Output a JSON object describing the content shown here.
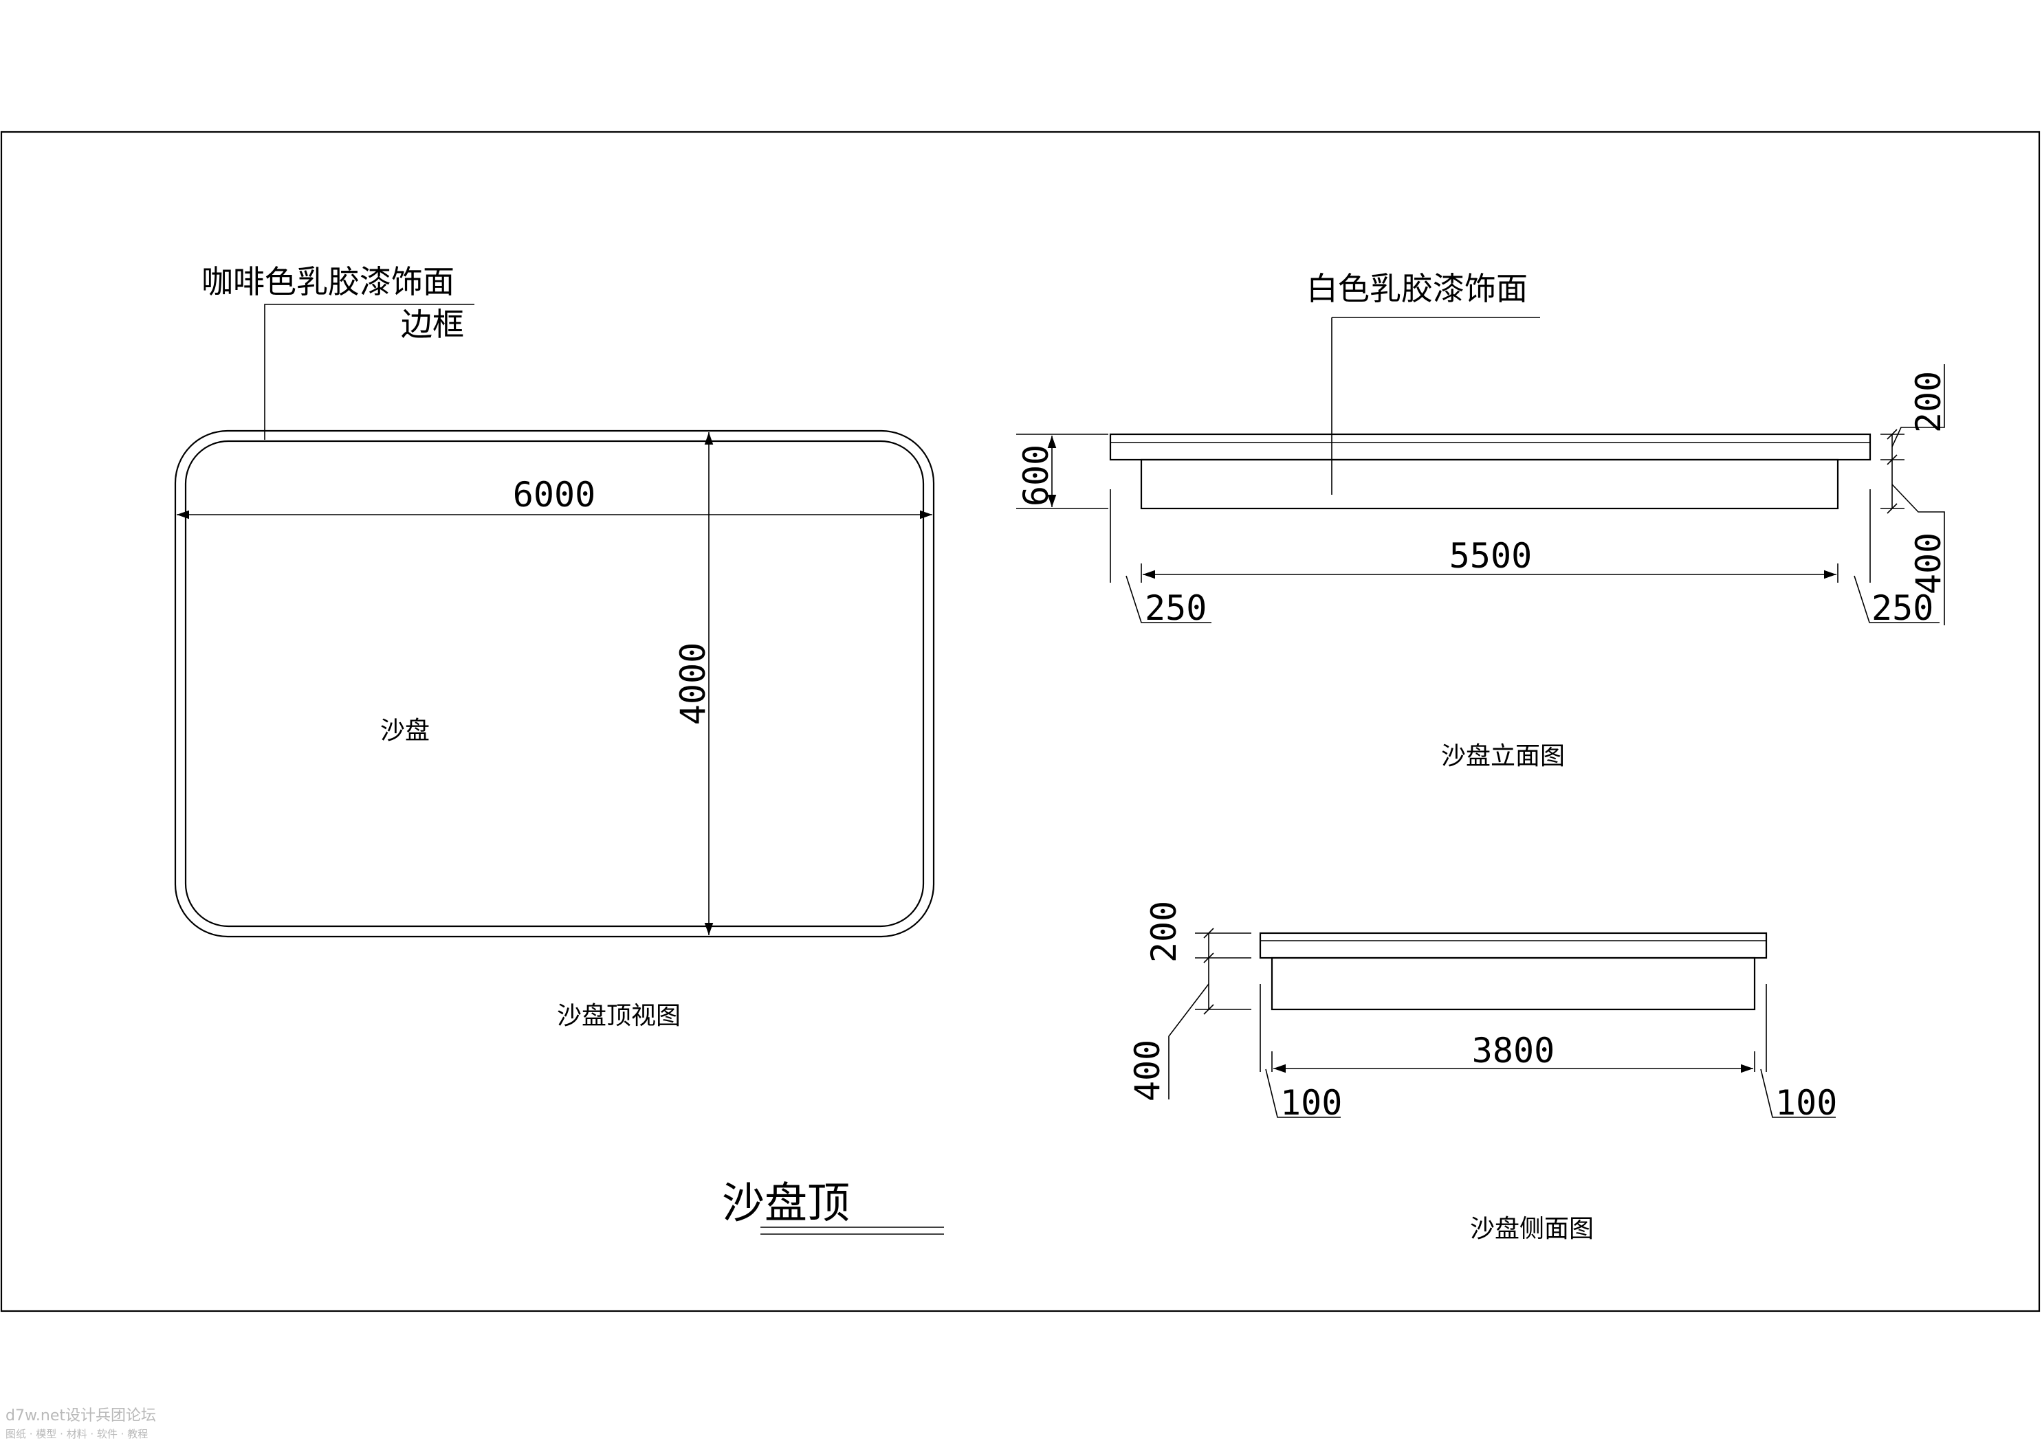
{
  "labels": {
    "top_note_1": "咖啡色乳胶漆饰面",
    "top_note_2": "边框",
    "sand_label": "沙盘",
    "top_view_caption": "沙盘顶视图",
    "main_title": "沙盘顶",
    "elev_note": "白色乳胶漆饰面",
    "elev_caption": "沙盘立面图",
    "side_caption": "沙盘侧面图"
  },
  "dims": {
    "top_width": "6000",
    "top_height": "4000",
    "elev_height": "600",
    "elev_top": "200",
    "elev_bottom": "400",
    "elev_length": "5500",
    "elev_left_offset": "250",
    "elev_right_offset": "250",
    "side_top": "200",
    "side_bottom": "400",
    "side_length": "3800",
    "side_left_offset": "100",
    "side_right_offset": "100"
  },
  "watermark": {
    "line1": "d7w.net设计兵团论坛",
    "line2": "图纸 · 模型 · 材料 · 软件 · 教程"
  }
}
